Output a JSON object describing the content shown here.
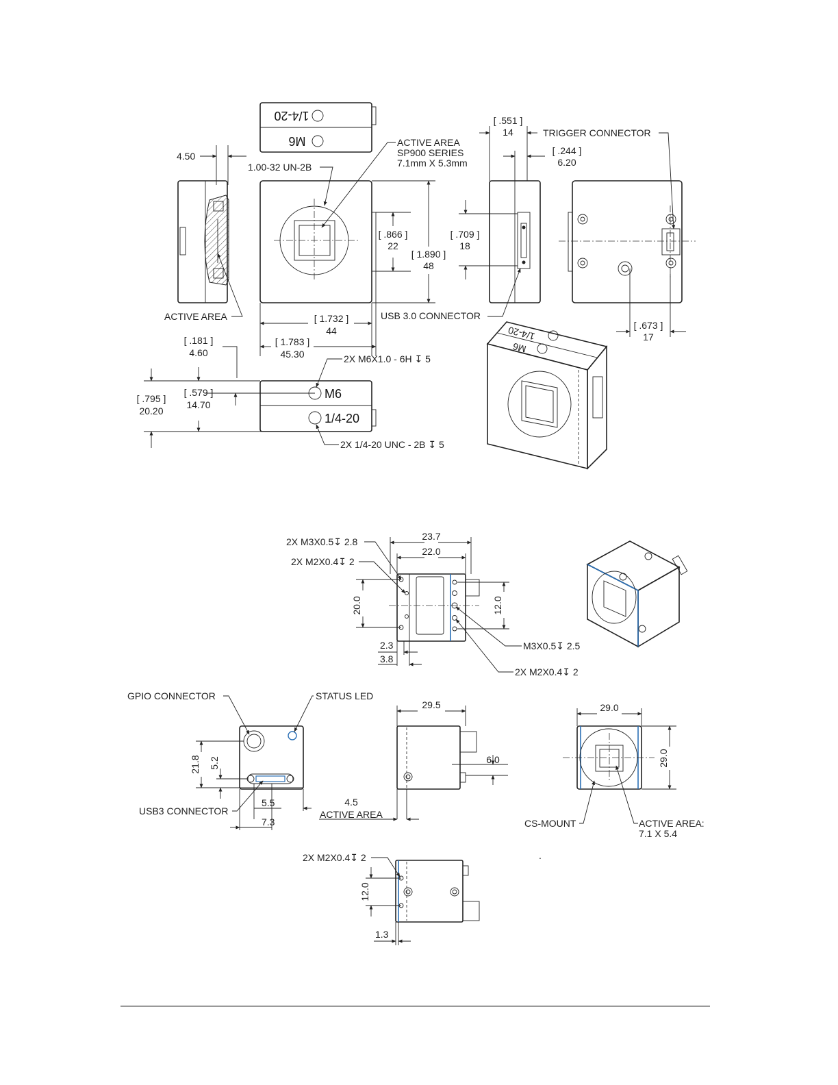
{
  "top_drawing": {
    "top_label_upper": "1/4-20",
    "top_label_lower": "M6",
    "active_area_callout": [
      "ACTIVE AREA",
      "SP900 SERIES",
      "7.1mm X 5.3mm"
    ],
    "lens_thread": "1.00-32 UN-2B",
    "dim_450": "4.50",
    "active_area_side": "ACTIVE AREA",
    "dim_866_in": ".866",
    "dim_866_mm": "22",
    "dim_1890_in": "1.890",
    "dim_1890_mm": "48",
    "dim_709_in": ".709",
    "dim_709_mm": "18",
    "dim_551_in": ".551",
    "dim_551_mm": "14",
    "dim_244_in": ".244",
    "dim_244_mm": "6.20",
    "trigger_connector": "TRIGGER CONNECTOR",
    "usb30_connector": "USB 3.0 CONNECTOR",
    "dim_1732_in": "1.732",
    "dim_1732_mm": "44",
    "dim_1783_in": "1.783",
    "dim_1783_mm": "45.30",
    "dim_673_in": ".673",
    "dim_673_mm": "17",
    "dim_181_in": ".181",
    "dim_181_mm": "4.60",
    "dim_579_in": ".579",
    "dim_579_mm": "14.70",
    "dim_795_in": ".795",
    "dim_795_mm": "20.20",
    "m6_callout": "2X  M6X1.0 - 6H ↧ 5",
    "m6_label": "M6",
    "quarter_label": "1/4-20",
    "quarter_callout": "2X 1/4-20 UNC - 2B ↧ 5",
    "iso_label_1": "1/4-20",
    "iso_label_2": "M6"
  },
  "bottom_drawing": {
    "m3_2x_callout": "2X M3X0.5↧ 2.8",
    "m2_2x_callout_top": "2X M2X0.4↧ 2",
    "dim_237": "23.7",
    "dim_220": "22.0",
    "dim_200": "20.0",
    "dim_120_right": "12.0",
    "dim_23": "2.3",
    "dim_38": "3.8",
    "m3_callout": "M3X0.5↧ 2.5",
    "m2_2x_callout_right": "2X M2X0.4↧ 2",
    "gpio_connector": "GPIO CONNECTOR",
    "status_led": "STATUS LED",
    "dim_218": "21.8",
    "dim_52": "5.2",
    "dim_55": "5.5",
    "dim_73": "7.3",
    "usb3_connector": "USB3 CONNECTOR",
    "dim_295": "29.5",
    "dim_60": "6.0",
    "dim_45": "4.5",
    "active_area_label": "ACTIVE AREA",
    "dim_290_top": "29.0",
    "dim_290_right": "29.0",
    "cs_mount": "CS-MOUNT",
    "active_area_dims": [
      "ACTIVE AREA:",
      "7.1 X 5.4"
    ],
    "m2_2x_callout_bottom": "2X M2X0.4↧ 2",
    "dim_120_bottom": "12.0",
    "dim_13": "1.3",
    "dot": "."
  },
  "colors": {
    "line": "#222222",
    "accent": "#2a6fb5",
    "background": "#ffffff"
  }
}
